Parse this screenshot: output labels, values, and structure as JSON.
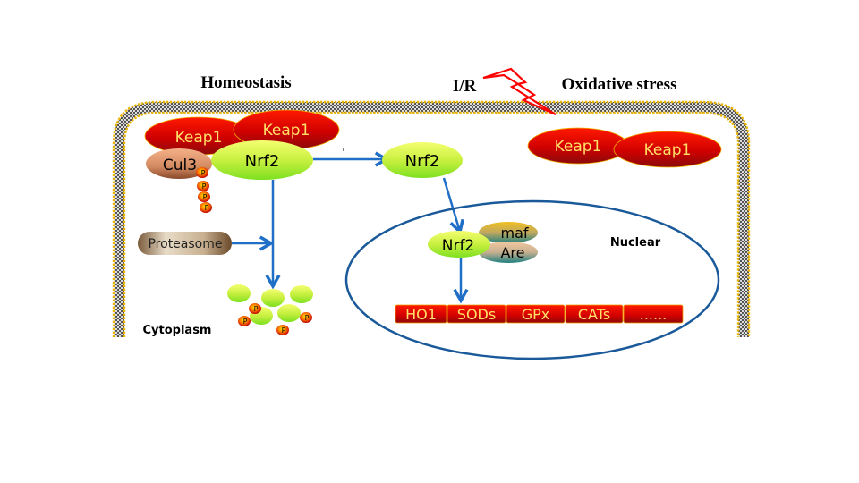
{
  "titles": {
    "homeostasis": "Homeostasis",
    "ir": "I/R",
    "oxidative_stress": "Oxidative stress"
  },
  "regions": {
    "cytoplasm": "Cytoplasm",
    "nuclear": "Nuclear"
  },
  "homeostasis_complex": {
    "keap1_left": "Keap1",
    "keap1_right": "Keap1",
    "cul3": "Cul3",
    "nrf2": "Nrf2",
    "phospho_label": "P",
    "phospho_count": 4
  },
  "proteasome": "Proteasome",
  "degradation": {
    "fragment_count": 5,
    "phospho_count": 4,
    "phospho_label": "P"
  },
  "translocated_nrf2": "Nrf2",
  "stress_keap1": [
    "Keap1",
    "Keap1"
  ],
  "nuclear_complex": {
    "nrf2": "Nrf2",
    "maf": "maf",
    "are": "Are"
  },
  "target_genes": [
    "HO1",
    "SODs",
    "GPx",
    "CATs",
    "......"
  ],
  "colors": {
    "arrow": "#1f6fc6",
    "nucleus_outline": "#1a5a9a",
    "keap1": "#d40000",
    "keap1_text": "#ffe066",
    "nrf2": "#c8f040",
    "lightning": "#ff0000",
    "membrane_head": "#e8b400"
  }
}
